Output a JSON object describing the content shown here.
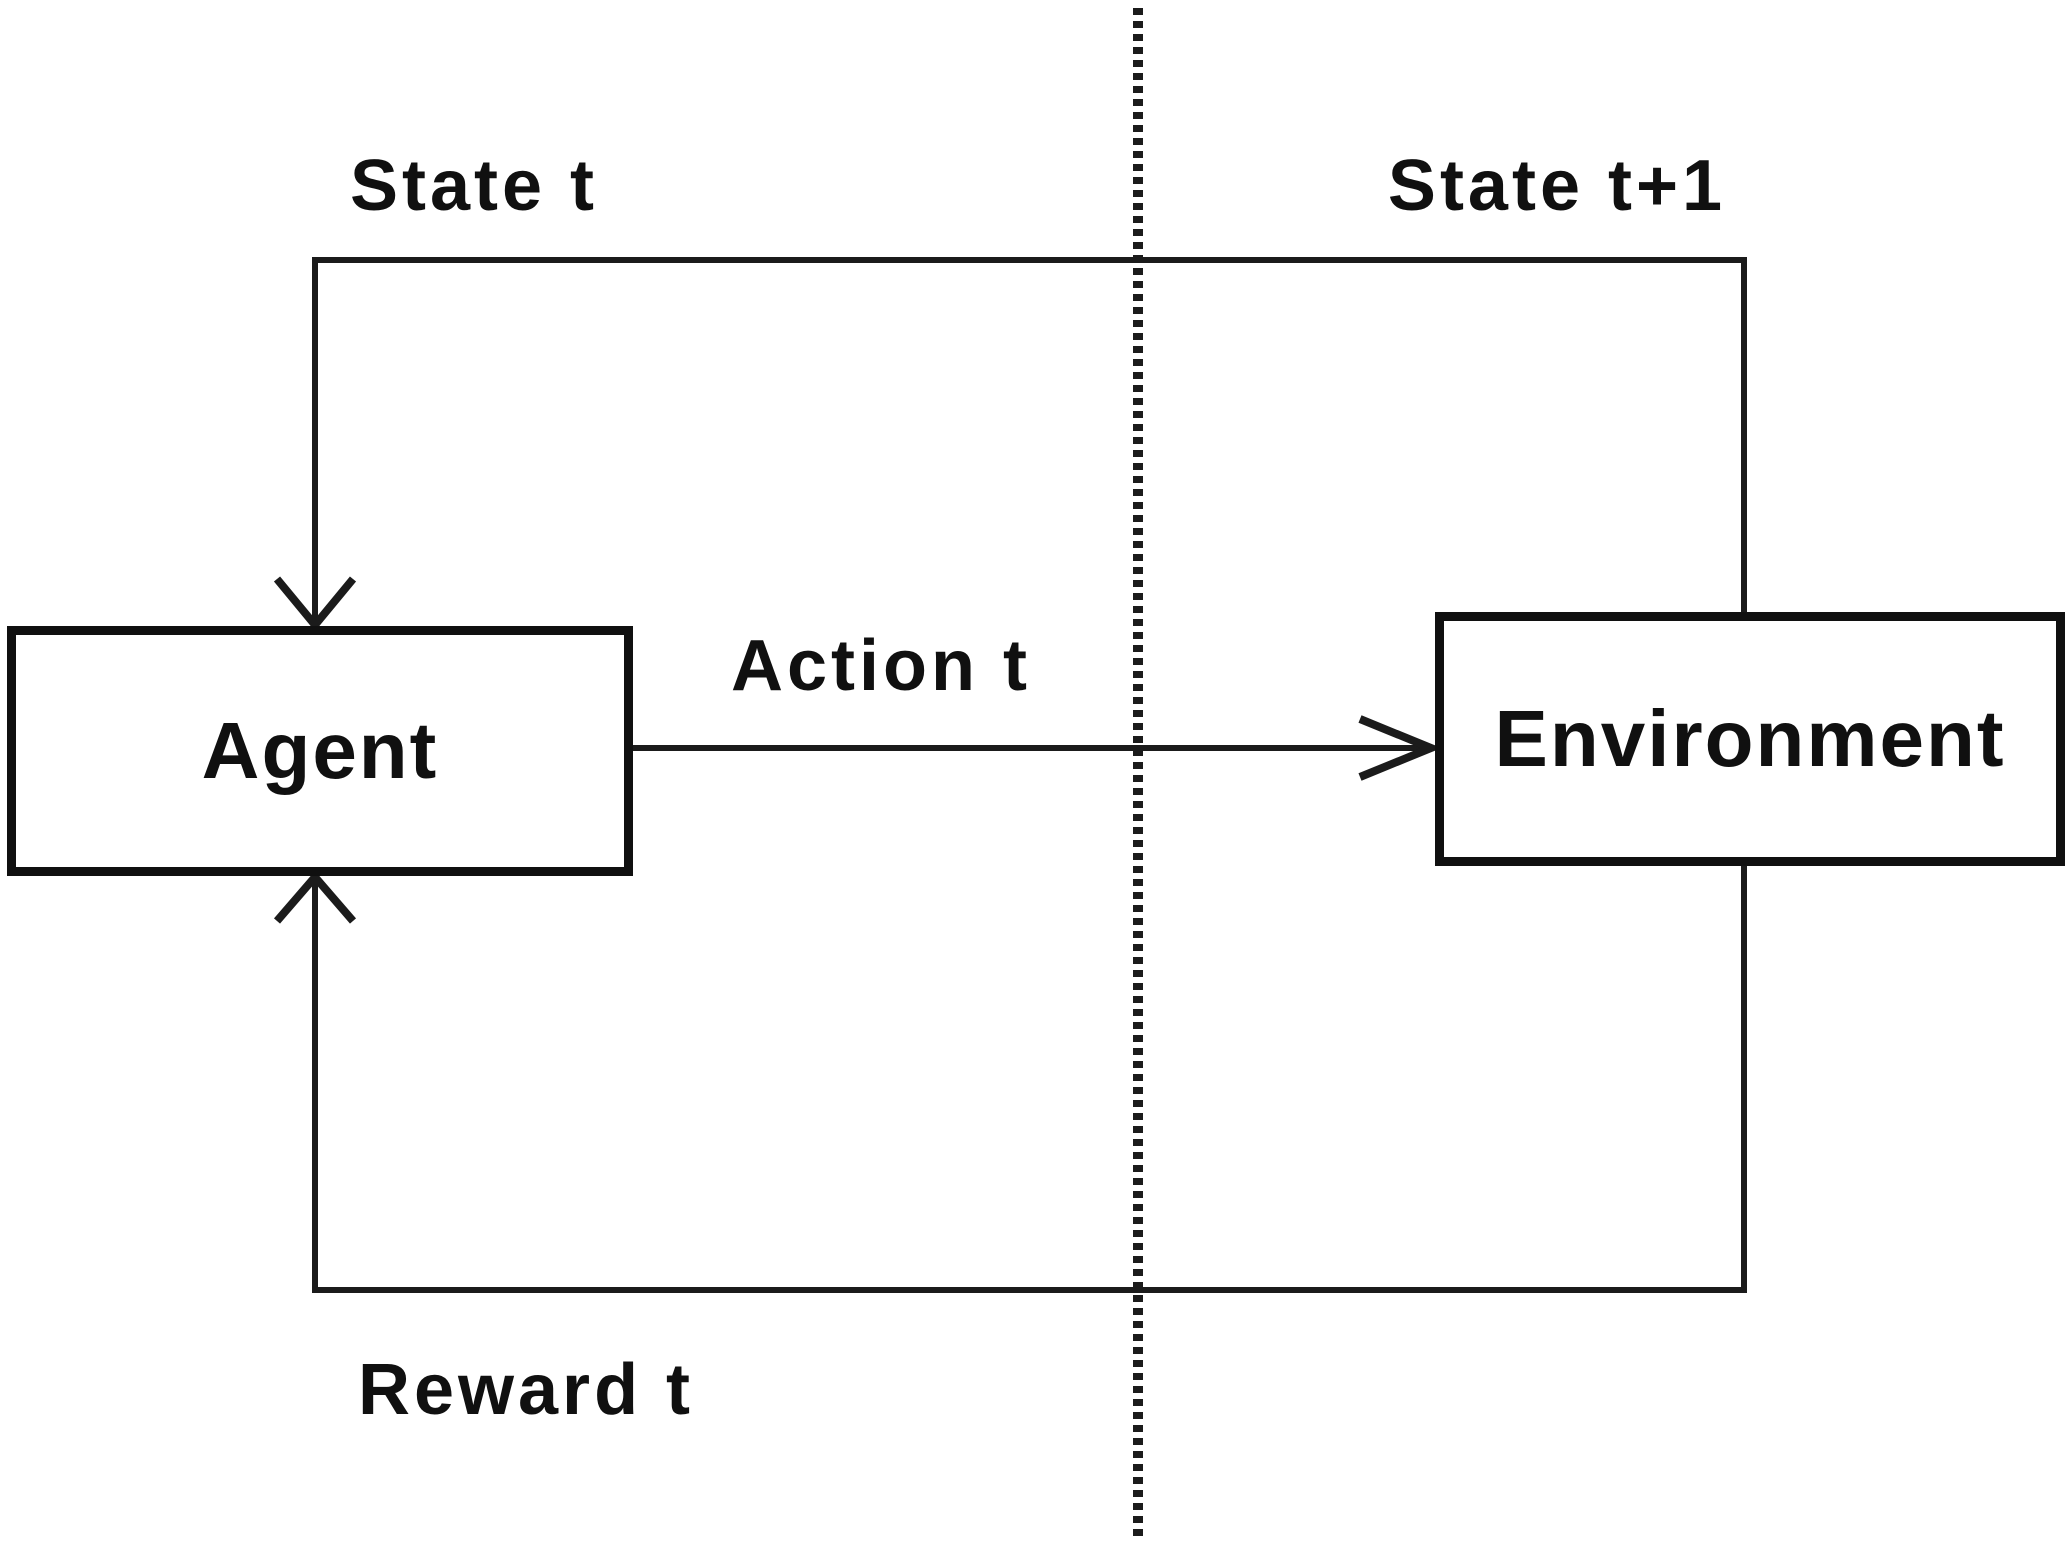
{
  "diagram": {
    "type": "flow",
    "description": "Reinforcement learning agent-environment interaction loop",
    "nodes": [
      {
        "id": "agent",
        "label": "Agent"
      },
      {
        "id": "environment",
        "label": "Environment"
      }
    ],
    "edges": [
      {
        "from": "environment",
        "to": "agent",
        "label": "State t",
        "direction": "down-into-agent-top"
      },
      {
        "from": "agent",
        "to": "environment",
        "label": "Action t",
        "direction": "right-into-environment-left"
      },
      {
        "from": "environment",
        "to": "agent",
        "label": "Reward t",
        "direction": "up-into-agent-bottom"
      },
      {
        "from": "environment",
        "to": "loop",
        "label": "State t+1",
        "direction": "top-right-corner"
      }
    ],
    "labels": {
      "state_t": "State t",
      "state_t_plus_1": "State t+1",
      "action_t": "Action t",
      "reward_t": "Reward t"
    },
    "divider": {
      "style": "dotted-vertical-line",
      "meaning": "time step boundary between t and t+1"
    },
    "colors": {
      "background": "#ffffff",
      "line": "#1b1b1b",
      "text": "#101010",
      "node_fill": "#ffffff",
      "node_border": "#101010"
    }
  }
}
